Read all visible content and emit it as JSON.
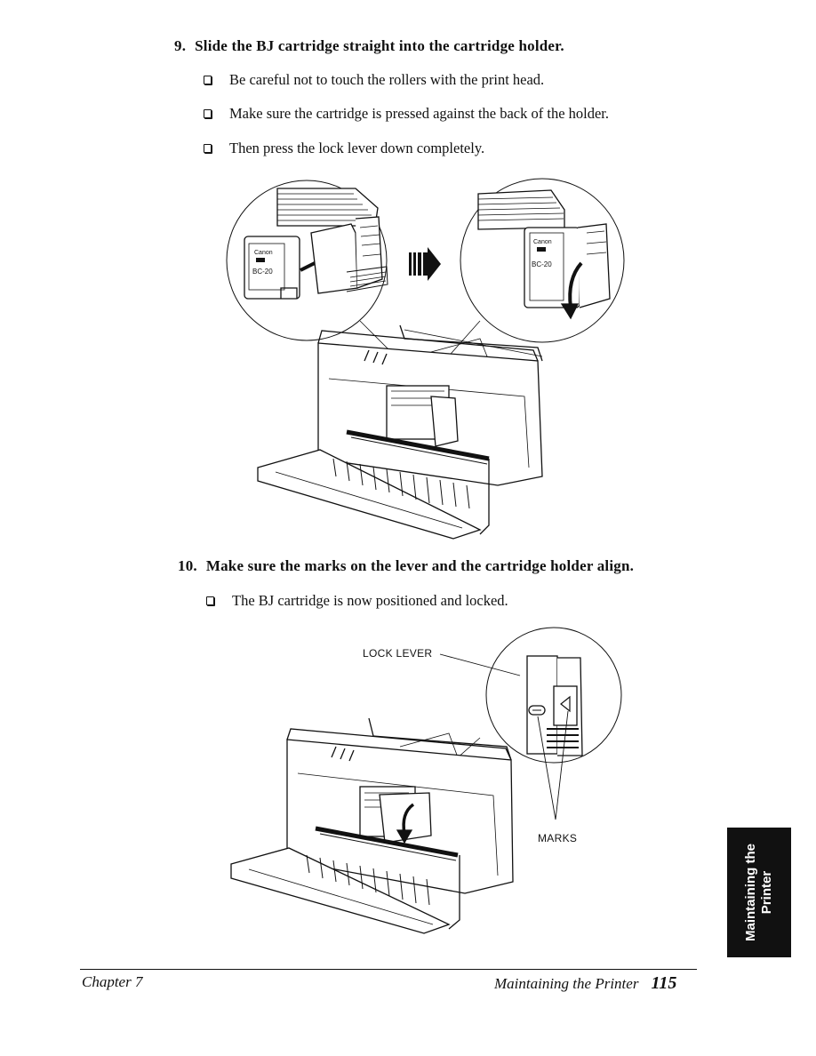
{
  "step9": {
    "number": "9.",
    "title": "Slide the BJ cartridge straight into the cartridge holder.",
    "bullets": [
      "Be careful not to touch the rollers with the print head.",
      "Make sure the cartridge is pressed against the back of the holder.",
      "Then press the lock lever down completely."
    ]
  },
  "step10": {
    "number": "10.",
    "title": "Make sure the marks on the lever and the cartridge holder align.",
    "bullets": [
      "The BJ cartridge is now positioned and locked."
    ]
  },
  "figure1": {
    "cartridge_label_brand": "Canon",
    "cartridge_label_model": "BC-20"
  },
  "figure2": {
    "callout_lock_lever": "LOCK LEVER",
    "callout_marks": "MARKS"
  },
  "side_tab": {
    "line1": "Maintaining the",
    "line2": "Printer"
  },
  "footer": {
    "chapter": "Chapter 7",
    "section": "Maintaining the Printer",
    "page_number": "115"
  }
}
